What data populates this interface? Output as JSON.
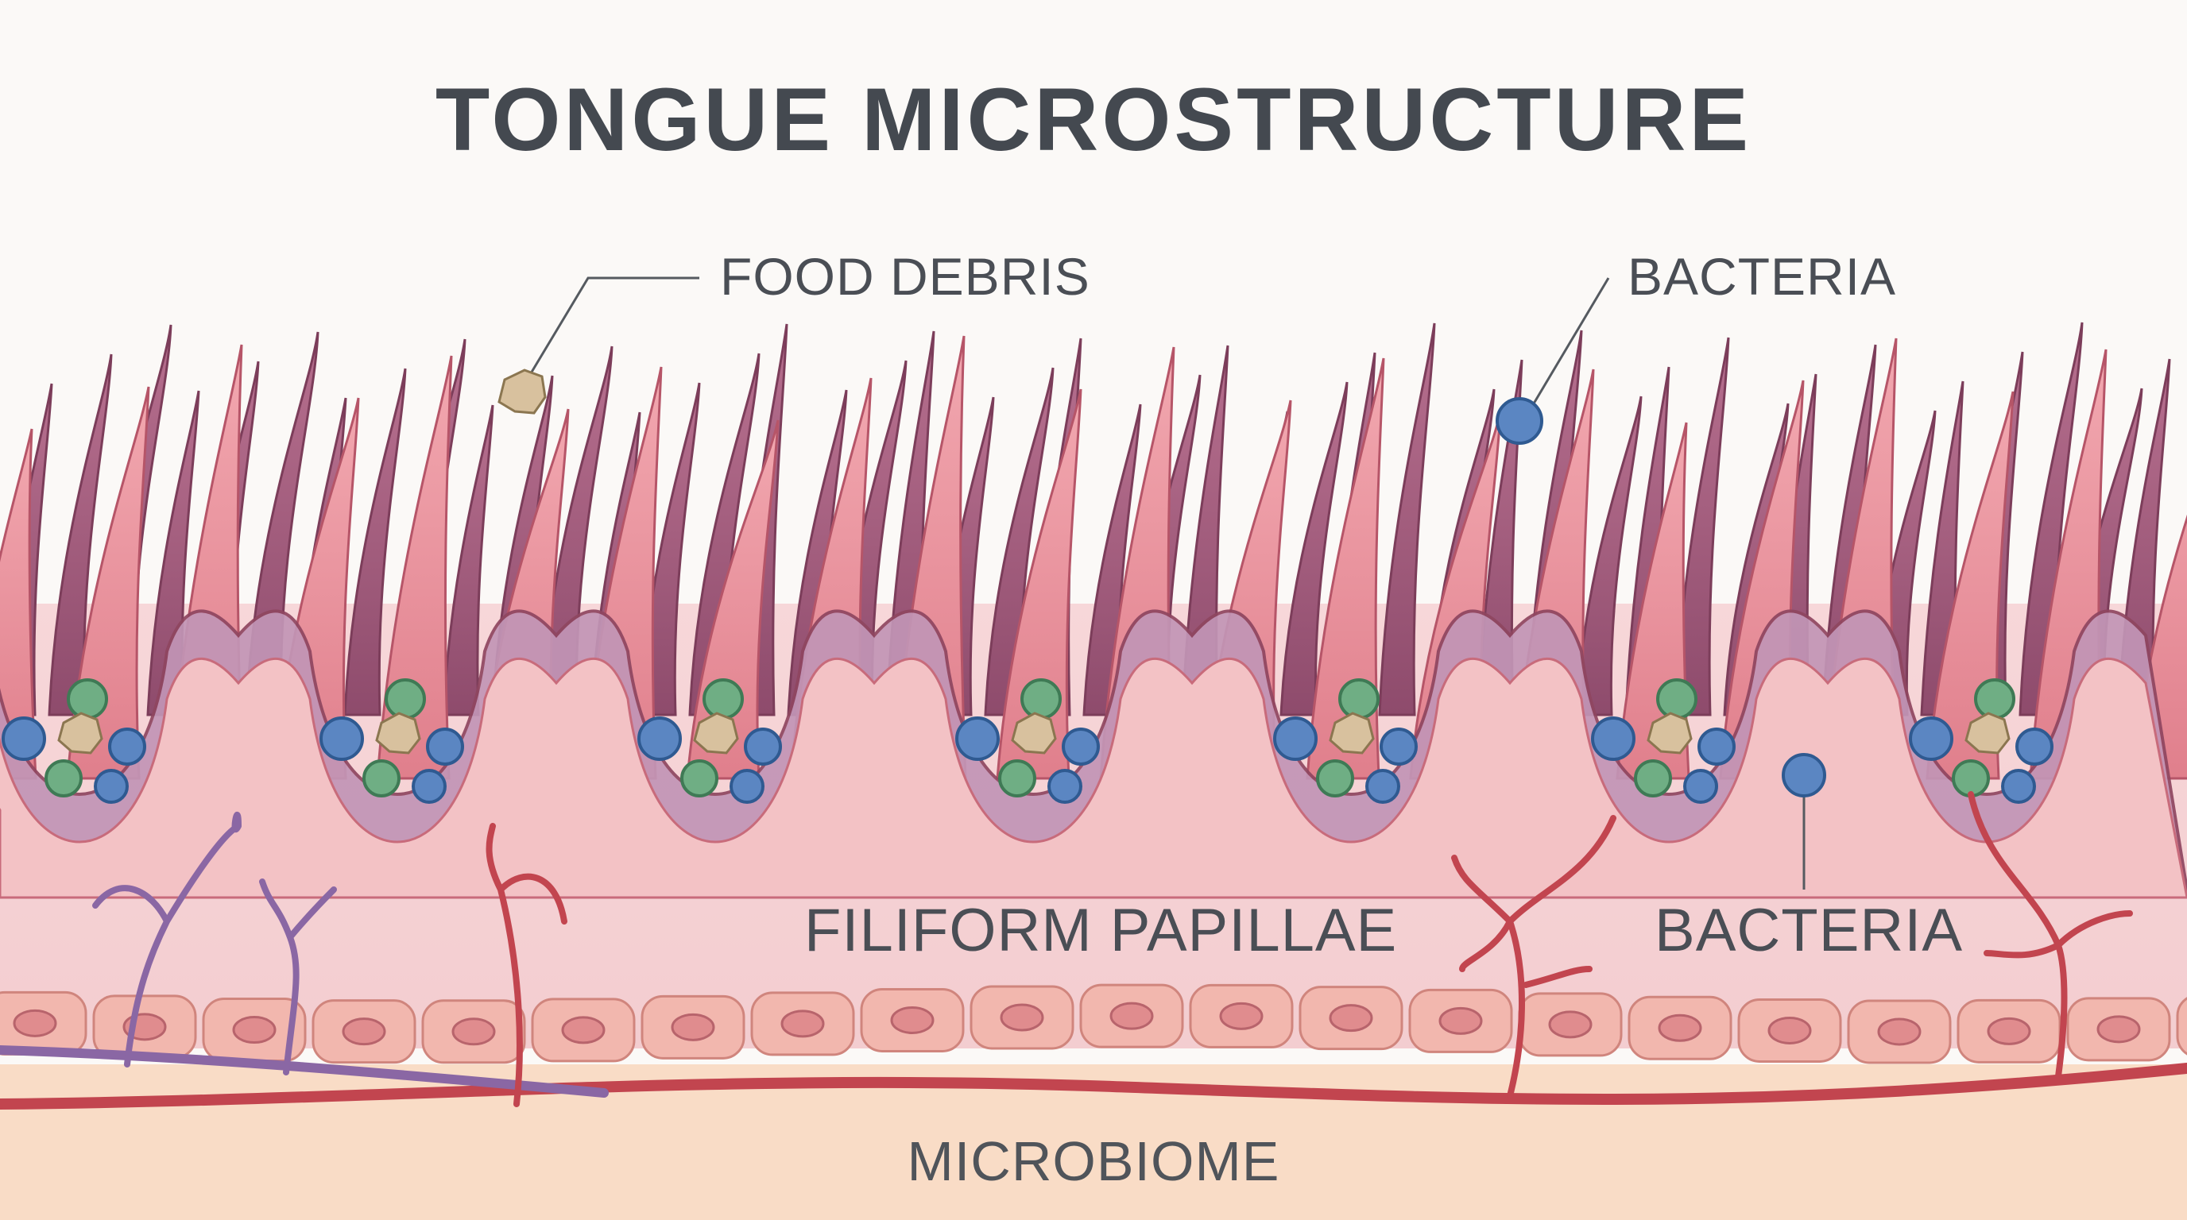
{
  "title": "TONGUE MICROSTRUCTURE",
  "labels": {
    "food_debris": "FOOD DEBRIS",
    "bacteria_top": "BACTERIA",
    "filiform_papillae": "FILIFORM PAPILLAE",
    "bacteria_lower": "BACTERIA",
    "microbiome": "MICROBIOME"
  },
  "colors": {
    "background": "#fbf9f7",
    "papilla_pink": "#e48a95",
    "papilla_mauve": "#a6617f",
    "outline": "#8f4660",
    "purple_layer": "#b989ad",
    "tissue_pink": "#f5d3d6",
    "cells": "#f2b7ae",
    "vessel_red": "#c2454f",
    "vessel_purple": "#8a67a4",
    "base": "#f9dcc6",
    "bacteria_blue": "#5b86c2",
    "bacteria_green": "#6fae84",
    "debris": "#d8c19e"
  }
}
